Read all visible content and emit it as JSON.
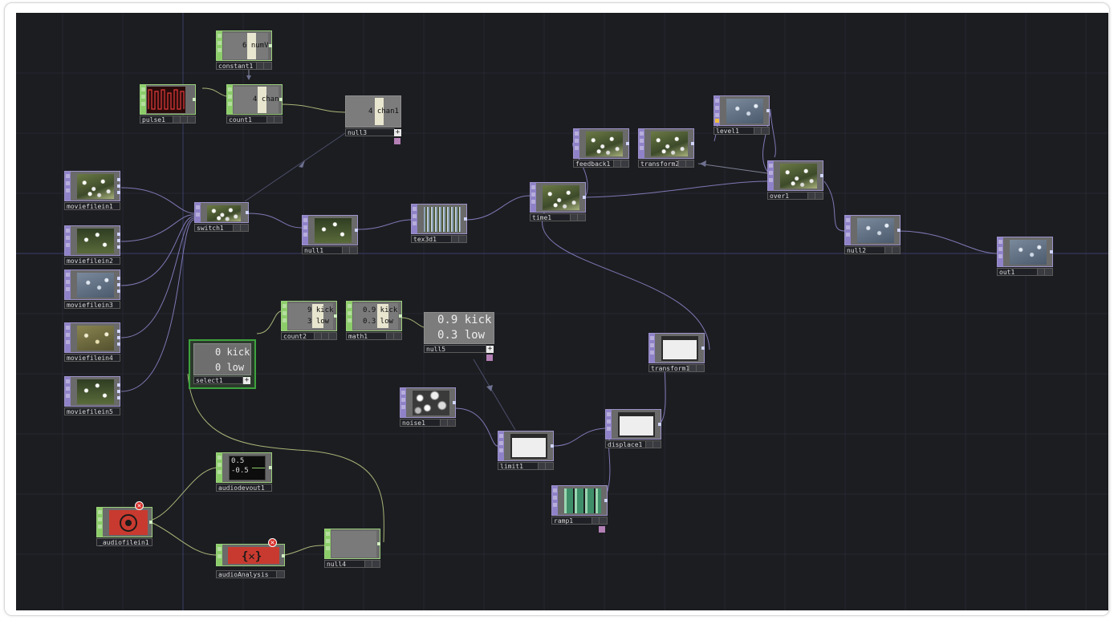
{
  "app": {
    "canvas_bg": "#1c1d21",
    "top_color": "#8f82c8",
    "chop_color": "#8ccd6a",
    "select_border": "#3da33d",
    "error_color": "#d8312c"
  },
  "nodes": {
    "constant1": {
      "name": "constant1",
      "values": [
        "6 numV"
      ]
    },
    "pulse1": {
      "name": "pulse1"
    },
    "count1": {
      "name": "count1",
      "values": [
        "4 chan"
      ]
    },
    "null3": {
      "name": "null3",
      "values": [
        "4 chan1"
      ]
    },
    "moviefilein1": {
      "name": "moviefilein1"
    },
    "moviefilein2": {
      "name": "moviefilein2"
    },
    "moviefilein3": {
      "name": "moviefilein3"
    },
    "moviefilein4": {
      "name": "moviefilein4"
    },
    "moviefilein5": {
      "name": "moviefilein5"
    },
    "switch1": {
      "name": "switch1"
    },
    "null1": {
      "name": "null1"
    },
    "tex3d1": {
      "name": "tex3d1"
    },
    "time1": {
      "name": "time1"
    },
    "feedback1": {
      "name": "feedback1"
    },
    "transform2": {
      "name": "transform2"
    },
    "level1": {
      "name": "level1"
    },
    "over1": {
      "name": "over1"
    },
    "null2": {
      "name": "null2"
    },
    "out1": {
      "name": "out1"
    },
    "count2": {
      "name": "count2",
      "values": [
        "9 kick",
        "3 low"
      ]
    },
    "math1": {
      "name": "math1",
      "values": [
        "0.9 kick",
        "0.3 low"
      ]
    },
    "null5": {
      "name": "null5",
      "values": [
        "0.9 kick",
        "0.3 low"
      ]
    },
    "select1": {
      "name": "select1",
      "values": [
        "0 kick",
        "0 low"
      ]
    },
    "transform1": {
      "name": "transform1"
    },
    "noise1": {
      "name": "noise1"
    },
    "limit1": {
      "name": "limit1"
    },
    "displace1": {
      "name": "displace1"
    },
    "ramp1": {
      "name": "ramp1"
    },
    "audiodevout1": {
      "name": "audiodevout1",
      "values": [
        "0.5",
        "-0.5"
      ]
    },
    "audiofilein1": {
      "name": "_audiofilein1"
    },
    "audioAnalysis": {
      "name": "audioAnalysis"
    },
    "null4": {
      "name": "null4"
    }
  }
}
